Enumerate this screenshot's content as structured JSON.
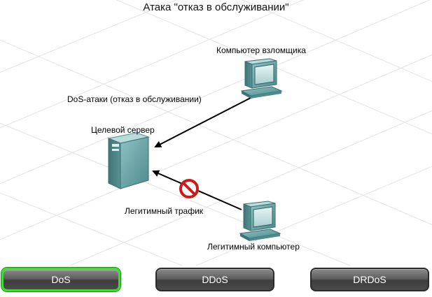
{
  "title": "Атака \"отказ в обслуживании\"",
  "labels": {
    "attacker": "Компьютер взломщика",
    "dos_attack": "DoS-атаки (отказ в обслуживании)",
    "target_server": "Целевой сервер",
    "legit_traffic": "Легитимный трафик",
    "legit_computer": "Легитимный компьютер"
  },
  "tabs": [
    {
      "label": "DoS",
      "active": true
    },
    {
      "label": "DDoS",
      "active": false
    },
    {
      "label": "DRDoS",
      "active": false
    }
  ],
  "colors": {
    "device_teal": "#5f9ea0",
    "block_red": "#cc1b1b",
    "active_outline": "#3ddc2f"
  }
}
